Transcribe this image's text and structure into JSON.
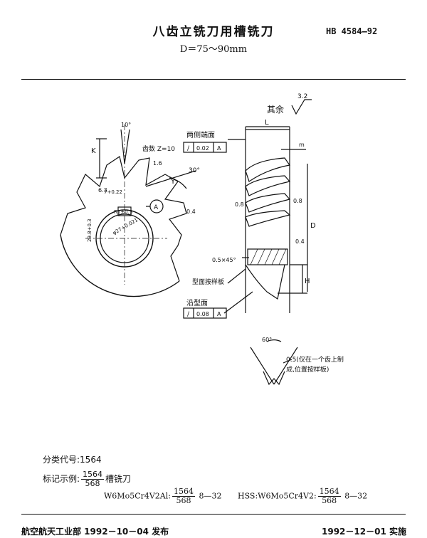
{
  "header": {
    "title": "八齿立铣刀用槽铣刀",
    "standard_no": "HB 4584—92",
    "subtitle": "D＝75～90mm"
  },
  "drawing": {
    "rest_surface_label": "其余",
    "rest_roughness": "3.2",
    "label_L": "L",
    "label_m": "m",
    "label_D": "D",
    "label_H": "H",
    "label_K": "K",
    "label_Y": "Y",
    "angle_10": "10°",
    "angle_30": "30°",
    "angle_60": "60°",
    "teeth_count": "齿数 Z=10",
    "roughness_1_6": "1.6",
    "roughness_0_8a": "0.8",
    "roughness_0_8b": "0.8",
    "roughness_0_4a": "0.4",
    "roughness_0_4b": "0.4",
    "roughness_6_3": "6.3",
    "keyway_width": "7+0.22",
    "keyway_depth": "29.8+0.3",
    "bore_dia": "φ27+0.021",
    "r_value": "R1±0.3",
    "view_A": "A",
    "chamfer": "0.5×45°",
    "both_end_faces": "两侧端面",
    "tol1_symbol": "/",
    "tol1_value": "0.02",
    "tol1_datum": "A",
    "template_label": "型面按样板",
    "along_profile": "沿型面",
    "tol2_symbol": "/",
    "tol2_value": "0.08",
    "tol2_datum": "A",
    "note_05_line1": "0.5(仅在一个齿上制",
    "note_05_line2": "成,位置按样板)"
  },
  "footer": {
    "class_code": "分类代号:1564",
    "example_prefix": "标记示例:",
    "example_num": "1564",
    "example_den": "568",
    "example_suffix": "槽铣刀",
    "mark1_prefix": "W6Mo5Cr4V2Al:",
    "mark1_num": "1564",
    "mark1_den": "568",
    "mark1_suffix": "8—32",
    "mark2_prefix": "HSS:W6Mo5Cr4V2:",
    "mark2_num": "1564",
    "mark2_den": "568",
    "mark2_suffix": "8—32",
    "issuer": "航空航天工业部 1992－10－04 发布",
    "implement": "1992－12－01 实施"
  }
}
